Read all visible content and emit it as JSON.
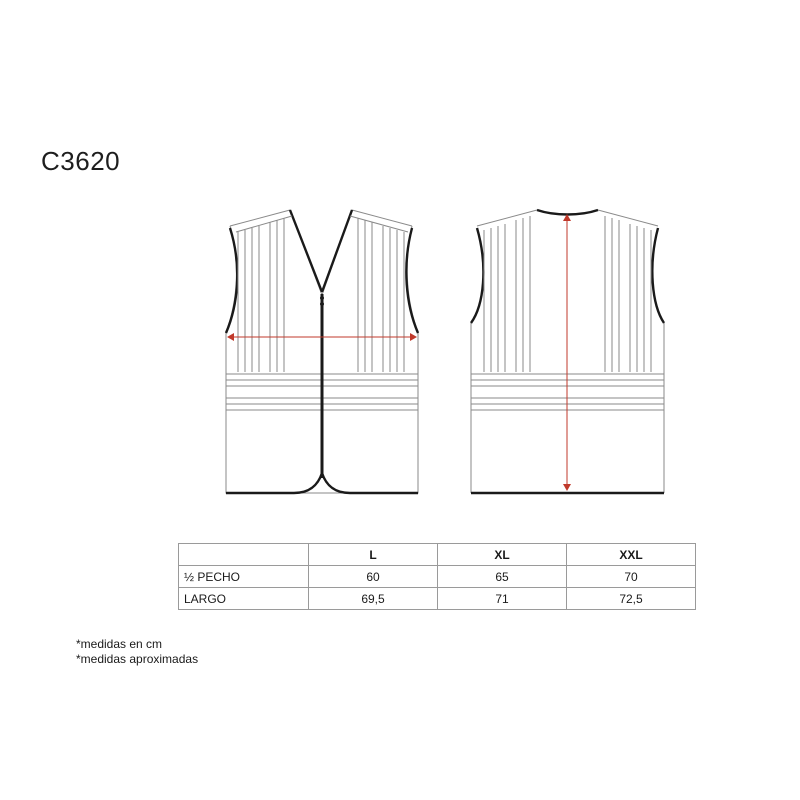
{
  "product": {
    "code": "C3620"
  },
  "table": {
    "headers": [
      "",
      "L",
      "XL",
      "XXL"
    ],
    "rows": [
      {
        "label": "½  PECHO",
        "values": [
          "60",
          "65",
          "70"
        ]
      },
      {
        "label": "LARGO",
        "values": [
          "69,5",
          "71",
          "72,5"
        ]
      }
    ]
  },
  "notes": [
    "*medidas en cm",
    "*medidas aproximadas"
  ],
  "colors": {
    "outline": "#1a1a1a",
    "stripe": "#8a8a8a",
    "measure": "#c0392b"
  },
  "icons": [
    "vest-front-drawing",
    "vest-back-drawing",
    "chest-measure-arrow",
    "length-measure-arrow"
  ]
}
